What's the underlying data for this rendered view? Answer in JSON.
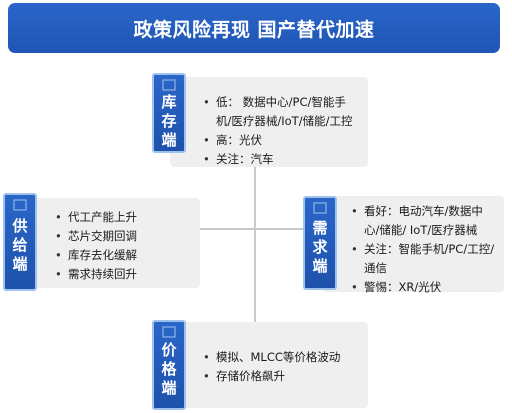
{
  "title": "政策风险再现 国产替代加速",
  "sections": {
    "inventory": {
      "label_chars": [
        "库",
        "存",
        "端"
      ],
      "items": [
        "低： 数据中心/PC/智能手机/医疗器械/IoT/储能/工控",
        "高：光伏",
        "关注：汽车"
      ]
    },
    "supply": {
      "label_chars": [
        "供",
        "给",
        "端"
      ],
      "items": [
        "代工产能上升",
        "芯片交期回调",
        "库存去化缓解",
        "需求持续回升"
      ]
    },
    "demand": {
      "label_chars": [
        "需",
        "求",
        "端"
      ],
      "items": [
        "看好：电动汽车/数据中心/储能/ IoT/医疗器械",
        "关注：智能手机/PC/工控/通信",
        "警惕：XR/光伏"
      ]
    },
    "price": {
      "label_chars": [
        "价",
        "格",
        "端"
      ],
      "items": [
        "模拟、MLCC等价格波动",
        "存储价格飙升"
      ]
    }
  },
  "colors": {
    "title_bg": "#1f55b5",
    "badge_bg": "#2a66c9",
    "badge_border": "#9ec1ee",
    "panel_bg": "#efefef",
    "connector": "#c9c9c9"
  },
  "icons": {
    "badge_icon": "document-icon"
  }
}
